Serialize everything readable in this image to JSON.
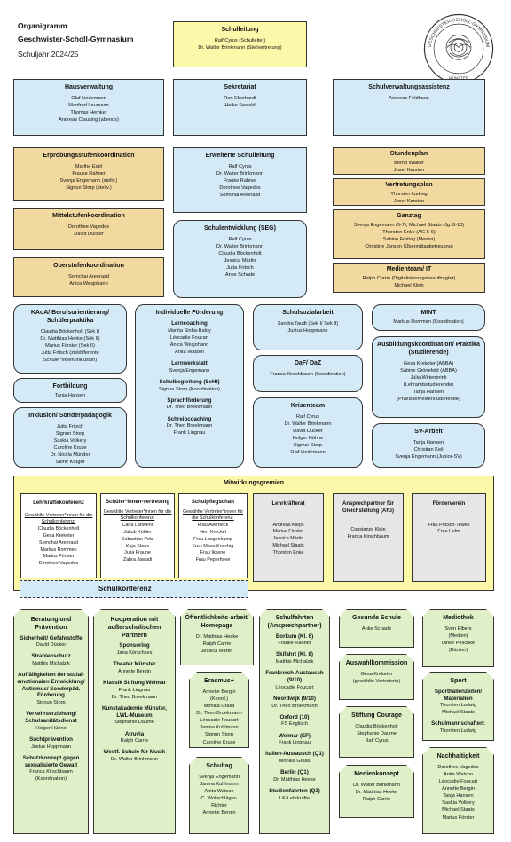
{
  "header": {
    "title": "Organigramm",
    "school": "Geschwister-Scholl-Gymnasium",
    "year": "Schuljahr 2024/25"
  },
  "seal": {
    "ring_text": "GESCHWISTER-SCHOLL-GYMNASIUM",
    "city": "MÜNSTER"
  },
  "schulleitung": {
    "title": "Schulleitung",
    "lines": [
      "Ralf Cyrus (Schulleiter)",
      "Dr. Walter Brinkmann (Stellvertretung)"
    ]
  },
  "hausverwaltung": {
    "title": "Hausverwaltung",
    "lines": [
      "Olaf Lindemann",
      "Manfred Laumann",
      "Thomas Hemker",
      "Andreas Clausing (abends)"
    ]
  },
  "sekretariat": {
    "title": "Sekretariat",
    "lines": [
      "Ron Eberhardt",
      "Heike Sewald"
    ]
  },
  "verwaltungsassistenz": {
    "title": "Schulverwaltungsassistenz",
    "lines": [
      "Andreas Feldhaus"
    ]
  },
  "erprobung": {
    "title": "Erprobungsstufenkoordination",
    "lines": [
      "Marthe Edel",
      "Frauke Rahner",
      "Svenja Engemann (stellv.)",
      "Signun Storp (stellv.)"
    ]
  },
  "mittelstufe": {
    "title": "Mittelstufenkoordination",
    "lines": [
      "Dorothee Vagedes",
      "David Dücker"
    ]
  },
  "oberstufe": {
    "title": "Oberstufenkoordination",
    "lines": [
      "Somchai Areerasd",
      "Anica Wesjohann"
    ]
  },
  "erweiterte": {
    "title": "Erweiterte Schulleitung",
    "lines": [
      "Ralf Cyrus",
      "Dr. Walter Brinkmann",
      "Frauke Rahner",
      "Dorothee Vagedes",
      "Somchai Areerasd"
    ]
  },
  "seg": {
    "title": "Schulentwicklung (SEG)",
    "lines": [
      "Ralf Cyrus",
      "Dr. Walter Brinkmann",
      "Claudia Böckenholt",
      "Jessica Märtin",
      "Jutta Fritsch",
      "Anke Schade"
    ]
  },
  "stundenplan": {
    "title": "Stundenplan",
    "lines": [
      "Bernd Walker",
      "Josef Karsten"
    ]
  },
  "vertretungsplan": {
    "title": "Vertretungsplan",
    "lines": [
      "Thorsten Ludwig",
      "Josef Karsten"
    ]
  },
  "ganztag": {
    "title": "Ganztag",
    "lines": [
      "Svenja Engemann (5-7), Michael Staats (Jg. 8-10)",
      "Thorsten Enke (AG 5-6)",
      "Sabine Freitag (Mensa)",
      "Christine Jansen (Übermittagbetreuung)"
    ]
  },
  "medienteam": {
    "title": "Medienteam/ IT",
    "lines": [
      "Ralph Carrie (Digitalisierungsbeauftragter)",
      "Michael Klein"
    ]
  },
  "kaoa": {
    "title": "KAoA/ Berufsorientierung/ Schülerpraktika",
    "lines": [
      "Claudia Böckenholt (Sek I)",
      "Dr. Matthias Heeke (Sek II)",
      "Marius Förster (Sek II)",
      "Jutta Fritsch (zieldifferente",
      "Schüler*innen/Inklusion)"
    ]
  },
  "fortbildung": {
    "title": "Fortbildung",
    "lines": [
      "Tanja Hansen"
    ]
  },
  "inklusion": {
    "title": "Inklusion/ Sonderpädagogik",
    "lines": [
      "Jutta Fritsch",
      "Signun Storp",
      "Saskia Volkery",
      "Caroline Kruse",
      "Dr. Nicola Münder",
      "Samir Krüger"
    ]
  },
  "foerderung": {
    "title": "Individuelle Förderung",
    "sections": [
      {
        "title": "Lerncoaching",
        "lines": [
          "Manita Sinha-Baldy",
          "Léocadie Foucart",
          "Anica Wesjohann",
          "Anita Watson"
        ]
      },
      {
        "title": "Lernwerkstatt",
        "lines": [
          "Svenja Engemann"
        ]
      },
      {
        "title": "Schulbegleitung (SeHt)",
        "lines": [
          "Signun Storp (Koordination)"
        ]
      },
      {
        "title": "Sprachförderung",
        "lines": [
          "Dr. Theo Broekmann"
        ]
      },
      {
        "title": "Schreibcoaching",
        "lines": [
          "Dr. Theo Broekmann",
          "Frank Lingnau"
        ]
      }
    ]
  },
  "sozialarbeit": {
    "title": "Schulsozialarbeit",
    "lines": [
      "Sandra Taudt (Sek I/ Sek II)",
      "Justus Hoppmann"
    ]
  },
  "daf": {
    "title": "DaF/ DaZ",
    "lines": [
      "Franca Kirschbaum (Koordination)"
    ]
  },
  "krisenteam": {
    "title": "Krisenteam",
    "lines": [
      "Ralf Cyrus",
      "Dr. Walter Brinkmann",
      "David Dücker",
      "Holger Hühne",
      "Signun Storp",
      "Olaf Lindemann"
    ]
  },
  "mint": {
    "title": "MINT",
    "lines": [
      "Markus Rommen (Koordination)"
    ]
  },
  "ausbildung": {
    "title": "Ausbildungskoordination/ Praktika (Studierende)",
    "lines": [
      "Gesa Kreketer (ABBA)",
      "Sabine Grönefeld (ABBA)",
      "Julia Wittenbrink",
      "(Lehramtsstudierende)",
      "Tanja Hansen",
      "(Praxissemesterstudierende)"
    ]
  },
  "sv": {
    "title": "SV-Arbeit",
    "lines": [
      "Tanja Hansen",
      "Christian Keil",
      "Svenja Engemann (Junior-SV)"
    ]
  },
  "mitwirkung": {
    "title": "Mitwirkungsgremien",
    "schulkonferenz": "Schulkonferenz",
    "lehrerkonferenz": {
      "title": "Lehrkräftekonferenz",
      "sub": "Gewählte Vertreter*innen für die Schulkonferenz:",
      "lines": [
        "Claudia Böckenholt",
        "Gesa Kreketer",
        "Somchai Areerasd",
        "Markus Rommen",
        "Marius Förster",
        "Dorothee Vagedes"
      ]
    },
    "schuelervertretung": {
      "title": "Schüler*innen-vertretung",
      "sub": "Gewählte Vertreter*innen für die Schulkonferenz:",
      "lines": [
        "Carla Lahwehr",
        "Jakob Köhler",
        "Sebastian Potz",
        "Kaja Stens",
        "Julia Fraune",
        "Zahra Jawadi"
      ]
    },
    "schulpflegschaft": {
      "title": "Schulpflegschaft",
      "sub": "Gewählte Vertreter*innen für die Schulkonferenz:",
      "lines": [
        "Frau Averbeck",
        "Herr Kreckel",
        "Frau Langenkamp",
        "Frau Maas-Koschig",
        "Frau Ikkene",
        "Frau Peperhove"
      ]
    },
    "lehrkraeterat": {
      "title": "Lehrkräfterat",
      "lines": [
        "Andreas Kleps",
        "Marius Förster",
        "Jessica Märtin",
        "Michael Staats",
        "Thorsten Enke"
      ]
    },
    "gleichstellung": {
      "title": "Ansprechpartner für Gleichstellung (AfG)",
      "lines": [
        "Constanze Klein",
        "Franca Kirschbaum"
      ]
    },
    "foerderverein": {
      "title": "Förderverein",
      "lines": [
        "Frau Poclich-Tewes",
        "Frau Helm"
      ]
    }
  },
  "beratung": {
    "title": "Beratung und Prävention",
    "sections": [
      {
        "title": "Sicherheit/ Gefahrstoffe",
        "lines": [
          "David Dücker"
        ]
      },
      {
        "title": "Strahlenschutz",
        "lines": [
          "Matthis Michalzik"
        ]
      },
      {
        "title": "Auffälligkeiten der sozial-emotionalen Entwicklung/ Autismus/ Sonderpäd. Förderung",
        "lines": [
          "Signun Storp"
        ]
      },
      {
        "title": "Verkehrserziehung/ Schulsanitätsdienst",
        "lines": [
          "Holger Hühne"
        ]
      },
      {
        "title": "Suchtprävention",
        "lines": [
          "Justus Hoppmann"
        ]
      },
      {
        "title": "Schutzkonzept gegen sexualisierte Gewalt",
        "lines": [
          "Franca Kirschbaum",
          "(Koordination)"
        ]
      }
    ]
  },
  "kooperation": {
    "title": "Kooperation mit außerschulischen Partnern",
    "sections": [
      {
        "title": "Sponsoring",
        "lines": [
          "Jana Körschkes"
        ]
      },
      {
        "title": "Theater Münster",
        "lines": [
          "Annette Bergin"
        ]
      },
      {
        "title": "Klassik Stiftung Weimar",
        "lines": [
          "Frank Lingnau",
          "Dr. Theo Broekmann"
        ]
      },
      {
        "title": "Kunstakademie Münster, LWL-Museum",
        "lines": [
          "Stephanie Daume"
        ]
      },
      {
        "title": "Atruvia",
        "lines": [
          "Ralph Carrie"
        ]
      },
      {
        "title": "Westf. Schule für Musik",
        "lines": [
          "Dr. Walter Brinkmann"
        ]
      }
    ]
  },
  "oeffentlichkeit": {
    "title": "Öffentlichkeits-arbeit/ Homepage",
    "lines": [
      "Dr. Matthias Heeke",
      "Ralph Carrie",
      "Jessica Märtin"
    ]
  },
  "erasmus": {
    "title": "Erasmus+",
    "lines": [
      "Annette Bergin",
      "(Koord.)",
      "Monika Gralla",
      "Dr. Theo Broekmann",
      "Léocadie Foucart",
      "Janina Kuhlmann",
      "Signun Storp",
      "Caroline Kruse"
    ]
  },
  "schultag": {
    "title": "Schultag",
    "lines": [
      "Svenja Engemann",
      "Janina Kuhlmann",
      "Anita Watson",
      "C. Wollschläger-",
      "Richter",
      "Annette Bergin"
    ]
  },
  "schulfahrten": {
    "title": "Schulfahrten (Ansprechpartner)",
    "sections": [
      {
        "title": "Borkum (Kl. 6)",
        "lines": [
          "Frauke Rahner"
        ]
      },
      {
        "title": "Skifahrt (Kl. 8)",
        "lines": [
          "Matthis Michalzik"
        ]
      },
      {
        "title": "Frankreich-Austausch (9/10)",
        "lines": [
          "Léocadie Foucart"
        ]
      },
      {
        "title": "Noordwijk (9/10)",
        "lines": [
          "Dr. Theo Broekmann"
        ]
      },
      {
        "title": "Oxford (10)",
        "lines": [
          "FS Englisch"
        ]
      },
      {
        "title": "Weimar (EF)",
        "lines": [
          "Frank Lingnau"
        ]
      },
      {
        "title": "Italien-Austausch (Q1)",
        "lines": [
          "Monika Gralla"
        ]
      },
      {
        "title": "Berlin (Q1)",
        "lines": [
          "Dr. Matthias Heeke"
        ]
      },
      {
        "title": "Studienfahrten (Q2)",
        "lines": [
          "LK-Lehrkräfte"
        ]
      }
    ]
  },
  "gesundeschule": {
    "title": "Gesunde Schule",
    "lines": [
      "Anke Schade"
    ]
  },
  "auswahl": {
    "title": "Auswahlkommission",
    "lines": [
      "Gesa Kreketer",
      "(gewählte Vertreterin)"
    ]
  },
  "courage": {
    "title": "Stiftung Courage",
    "lines": [
      "Claudia Böckenholt",
      "Stephanie Daume",
      "Ralf Cyrus"
    ]
  },
  "medienkonzept": {
    "title": "Medienkonzept",
    "lines": [
      "Dr. Walter Brinkmann",
      "Dr. Matthias Heeke",
      "Ralph Carrie"
    ]
  },
  "mediothek": {
    "title": "Mediothek",
    "lines": [
      "Sven Elbers",
      "(Medien)",
      "Ulrike Peschke",
      "(Bücher)"
    ]
  },
  "sport": {
    "title": "Sport",
    "sections": [
      {
        "title": "Sporthallenzeiten/ Materialien",
        "lines": [
          "Thorsten Ludwig",
          "Michael Staats"
        ]
      },
      {
        "title": "Schulmannschaften:",
        "lines": [
          "Thorsten Ludwig"
        ]
      }
    ]
  },
  "nachhaltigkeit": {
    "title": "Nachhaltigkeit",
    "lines": [
      "Dorothee Vagedes",
      "Anita Watson",
      "Léocadie Foucart",
      "Annette Bergin",
      "Tanja Hansen",
      "Saskia Volkery",
      "Michael Staats",
      "Marius Förster"
    ]
  },
  "colors": {
    "blue": "#d4ebf7",
    "tan": "#f2d9a0",
    "yellow": "#fdf7a9",
    "green": "#dff0c8"
  }
}
